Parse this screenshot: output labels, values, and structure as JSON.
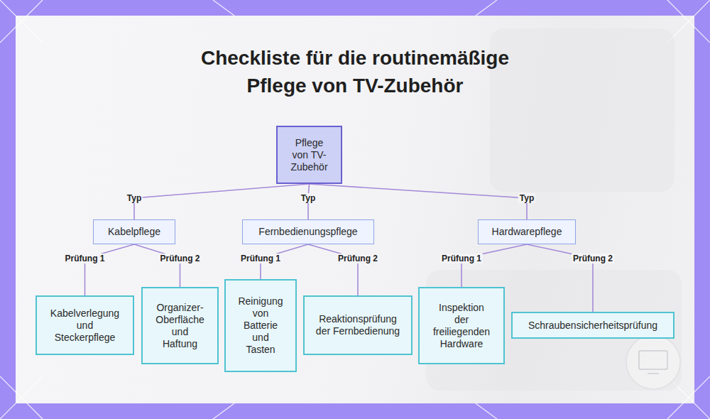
{
  "diagram": {
    "title": "Checkliste für die routinemäßige Pflege von TV-Zubehör",
    "nodes": [
      {
        "text": [
          "Pflege von TV-Zubehör"
        ]
      },
      {
        "text": [
          "Kabelpflege"
        ]
      },
      {
        "text": [
          "Fernbedienungspflege"
        ]
      },
      {
        "text": [
          "Hardwarepflege"
        ]
      },
      {
        "text": [
          "Kabelverlegung und Steckerpflege"
        ]
      },
      {
        "text": [
          "Organizer-Oberfläche und Haftung"
        ]
      },
      {
        "text": [
          "Reinigung von Batterie und Tasten"
        ]
      },
      {
        "text": [
          "Reaktionsprüfung der Fernbedienung"
        ]
      },
      {
        "text": [
          "Inspektion der freiliegenden Hardware"
        ]
      },
      {
        "text": [
          "Schraubensicherheitsprüfung"
        ]
      }
    ],
    "edges": [
      {
        "from": 0,
        "to": 1,
        "label": "Typ",
        "arrow": "none"
      },
      {
        "from": 0,
        "to": 2,
        "label": "Typ",
        "arrow": "none"
      },
      {
        "from": 0,
        "to": 3,
        "label": "Typ",
        "arrow": "none"
      },
      {
        "from": 1,
        "to": 4,
        "label": "Prüfung 1",
        "arrow": "none"
      },
      {
        "from": 1,
        "to": 5,
        "label": "Prüfung 2",
        "arrow": "none"
      },
      {
        "from": 2,
        "to": 6,
        "label": "Prüfung 1",
        "arrow": "none"
      },
      {
        "from": 2,
        "to": 7,
        "label": "Prüfung 2",
        "arrow": "none"
      },
      {
        "from": 3,
        "to": 8,
        "label": "Prüfung 1",
        "arrow": "none"
      },
      {
        "from": 3,
        "to": 9,
        "label": "Prüfung 2",
        "arrow": "none"
      }
    ]
  }
}
